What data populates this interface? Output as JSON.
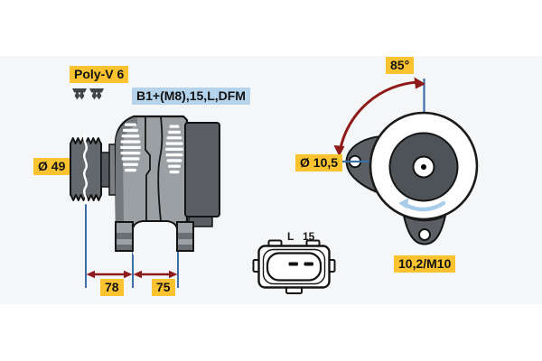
{
  "colors": {
    "label_yellow": "#fbc330",
    "label_blue": "#b5d4ec",
    "dimension_line_blue": "#3c6fa5",
    "arrow_dark_red": "#8e1b1a",
    "rotation_arrow_light_blue": "#a6ccea",
    "body_gray": "#9ba0a4",
    "dark_gray": "#5b5f63",
    "panel_background": "#f4f6f7"
  },
  "side_view": {
    "belt_label": "Poly-V 6",
    "connection_label": "B1+(M8),15,L,DFM",
    "pulley_diameter": "Ø 49",
    "dim_front": "78",
    "dim_rear": "75"
  },
  "connector": {
    "pin_left": "L",
    "pin_right": "15"
  },
  "front_view": {
    "mounting_angle": "85°",
    "hole_diameter": "Ø 10,5",
    "mount_spec": "10,2/M10"
  }
}
